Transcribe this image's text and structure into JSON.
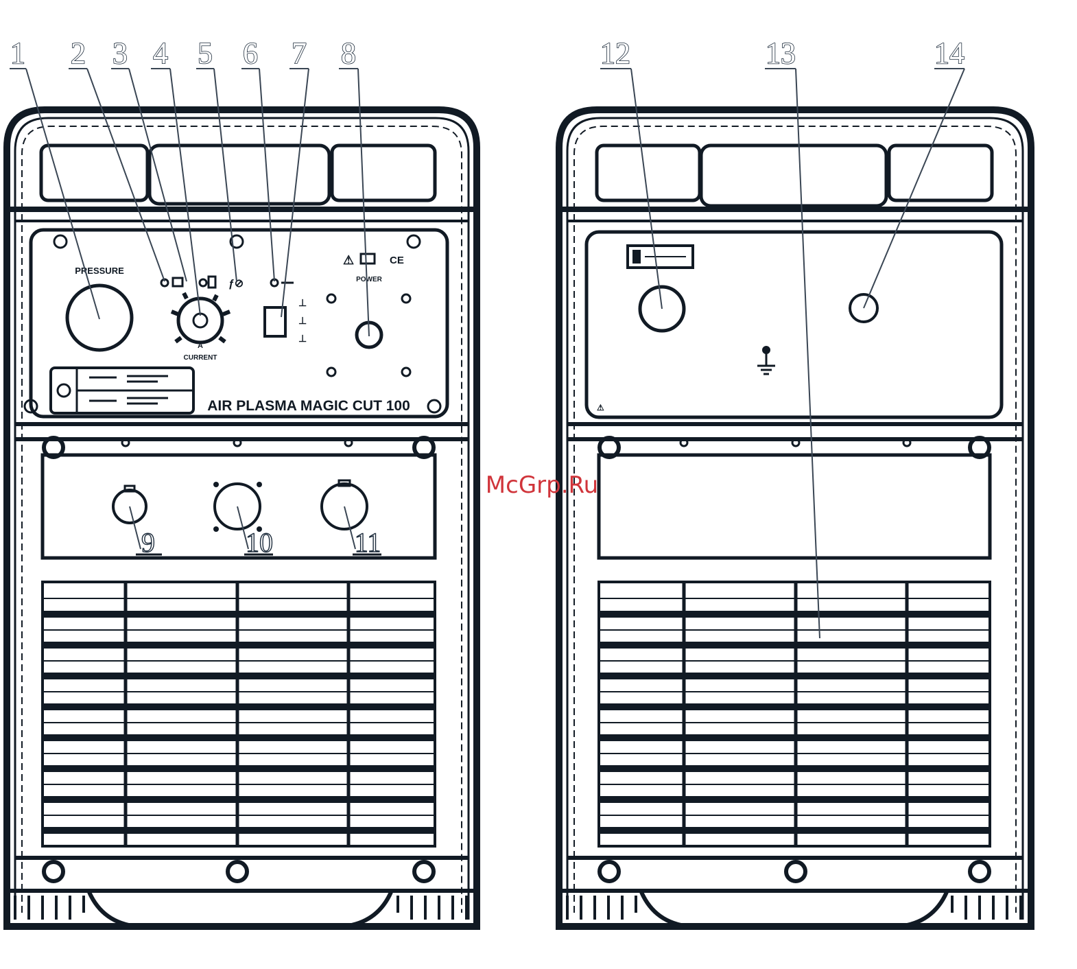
{
  "callouts": {
    "c1": "1",
    "c2": "2",
    "c3": "3",
    "c4": "4",
    "c5": "5",
    "c6": "6",
    "c7": "7",
    "c8": "8",
    "c9": "9",
    "c10": "10",
    "c11": "11",
    "c12": "12",
    "c13": "13",
    "c14": "14"
  },
  "front_panel": {
    "model_name": "AIR PLASMA MAGIC CUT 100",
    "pressure_label": "PRESSURE",
    "current_label": "CURRENT",
    "current_unit": "A",
    "power_label": "POWER",
    "ce_mark": "CE"
  },
  "watermark": "McGrp.Ru",
  "colors": {
    "outline": "#111a24",
    "watermark": "#d0343a",
    "callout_fill": "#ffffff"
  }
}
